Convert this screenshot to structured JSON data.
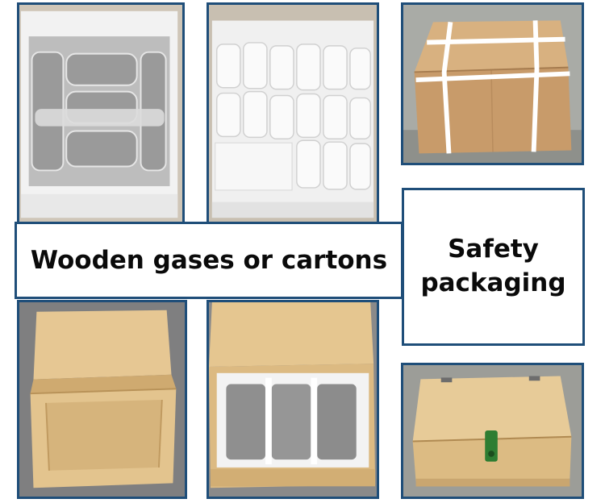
{
  "captions": {
    "main": "Wooden gases or cartons",
    "side_line1": "Safety",
    "side_line2": "packaging"
  },
  "colors": {
    "frame_border": "#1f4e79",
    "foam_white": "#f2f2f2",
    "cardboard": "#c89b6a",
    "plywood": "#e3c48e",
    "strap": "#ffffff",
    "metal_wrap": "#9a9a9a",
    "latch_green": "#2e7d32"
  },
  "photos": [
    {
      "id": "wrapped-parts-in-foam-box"
    },
    {
      "id": "white-wrapped-rolls-in-foam-box"
    },
    {
      "id": "strapped-cardboard-carton"
    },
    {
      "id": "open-plywood-crate"
    },
    {
      "id": "plywood-crate-with-foam-dividers"
    },
    {
      "id": "closed-plywood-crate-green-latch"
    }
  ]
}
